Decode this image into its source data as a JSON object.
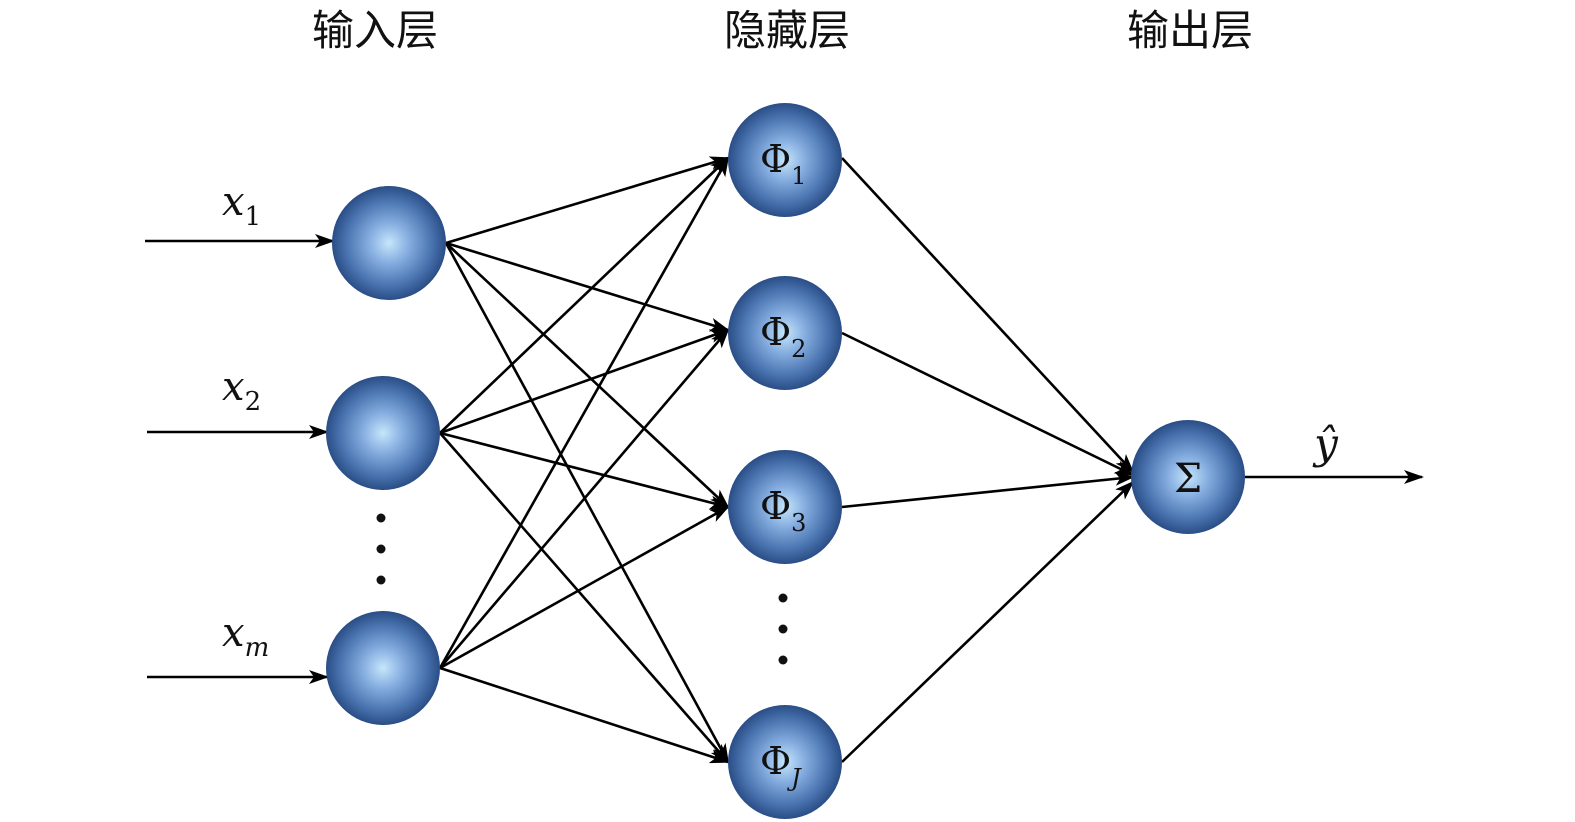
{
  "layers": {
    "input_title": "输入层",
    "hidden_title": "隐藏层",
    "output_title": "输出层"
  },
  "inputs": [
    {
      "var": "x",
      "sub": "1"
    },
    {
      "var": "x",
      "sub": "2"
    },
    {
      "var": "x",
      "sub": "m"
    }
  ],
  "hidden": [
    {
      "sym": "Φ",
      "sub": "1"
    },
    {
      "sym": "Φ",
      "sub": "2"
    },
    {
      "sym": "Φ",
      "sub": "3"
    },
    {
      "sym": "Φ",
      "sub": "J"
    }
  ],
  "output": {
    "sym": "Σ",
    "label": "ŷ"
  },
  "colors": {
    "node_center": "#bfe0f7",
    "node_mid": "#5b86c1",
    "node_edge": "#24477f",
    "line": "#000000"
  }
}
